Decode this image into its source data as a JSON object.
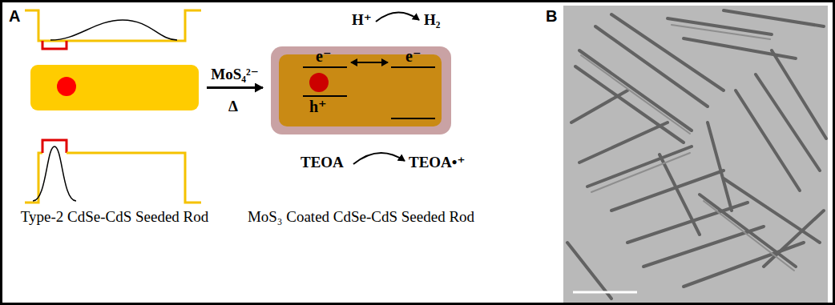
{
  "diagram": {
    "nodes": [
      {
        "text": [
          "Type-2 CdSe-CdS Seeded Rod"
        ]
      },
      {
        "text": [
          "MoS₃ Coated CdSe-CdS Seeded Rod",
          "e⁻",
          "h⁺",
          "e⁻"
        ]
      }
    ],
    "edges": [
      {
        "from": 0,
        "to": 1,
        "arrow": "to",
        "label": "MoS₄²⁻"
      }
    ],
    "labels": [
      "A",
      "H⁺",
      "H₂",
      "Δ",
      "TEOA",
      "TEOA•⁺",
      "B"
    ]
  }
}
